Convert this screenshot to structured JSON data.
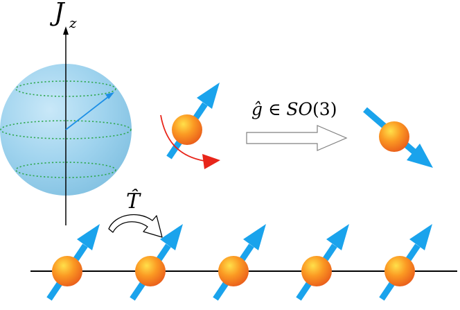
{
  "figure": {
    "bloch_sphere": {
      "axis_label": {
        "main": "J",
        "sub": "z"
      },
      "sphere_color": "#8ccbe8",
      "latitude_color": "#2fa84f",
      "vector_color": "#1d8fe6"
    },
    "rotation": {
      "operator_label": "ĝ ∈ SO(3)",
      "operator_hat": "ĝ",
      "operator_rest": " ∈ ",
      "group_name": "SO",
      "group_arg": "(3)",
      "rotation_arrow_color": "#e8251a",
      "spin_color": "#1aa3ec"
    },
    "translation": {
      "operator_label": "T̂",
      "spin_count": 5
    },
    "spin_ball_color": "#f07818"
  }
}
